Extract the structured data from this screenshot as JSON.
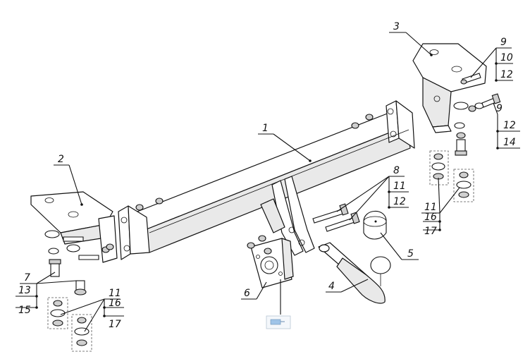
{
  "labels": {
    "p1": "1",
    "p2": "2",
    "p3": "3",
    "p4": "4",
    "p5": "5",
    "p6": "6",
    "p7": "7",
    "p8": "8",
    "p9a": "9",
    "p9b": "9",
    "p10": "10",
    "p11a": "11",
    "p11b": "11",
    "p11c": "11",
    "p12a": "12",
    "p12b": "12",
    "p12c": "12",
    "p13": "13",
    "p14": "14",
    "p15": "15",
    "p16a": "16",
    "p16b": "16",
    "p17a": "17",
    "p17b": "17"
  },
  "colors": {
    "line": "#111111",
    "shade": "#e9e9e9",
    "connector": "#9fc4e8"
  }
}
